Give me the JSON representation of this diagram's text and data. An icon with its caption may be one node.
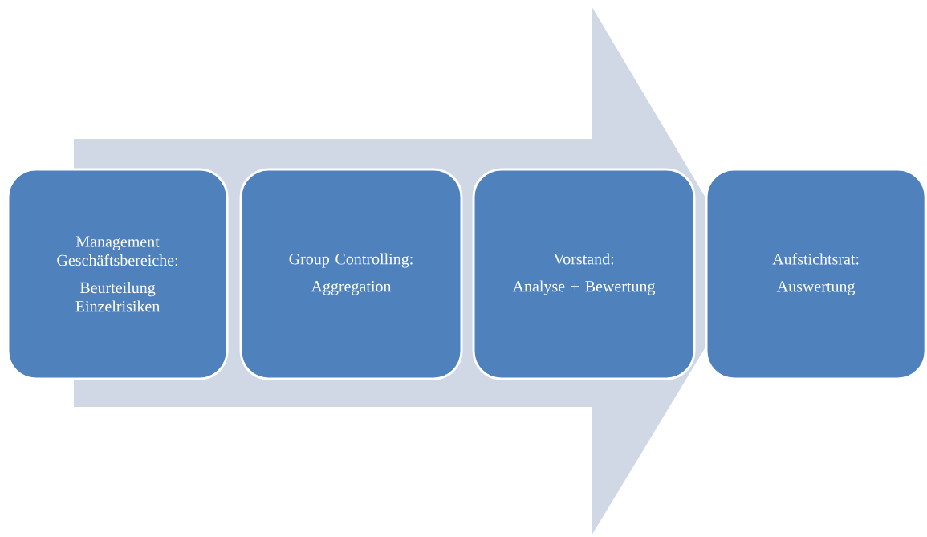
{
  "diagram": {
    "nodes": [
      {
        "text": [
          "Management Geschäftsbereiche:",
          "Beurteilung Einzelrisiken"
        ]
      },
      {
        "text": [
          "Group Controlling:",
          "Aggregation"
        ]
      },
      {
        "text": [
          "Vorstand:",
          "Analyse + Bewertung"
        ]
      },
      {
        "text": [
          "Aufstichtsrat:",
          "Auswertung"
        ]
      }
    ],
    "edges": [
      {
        "from": 0,
        "to": 3,
        "arrow": "to"
      }
    ]
  }
}
